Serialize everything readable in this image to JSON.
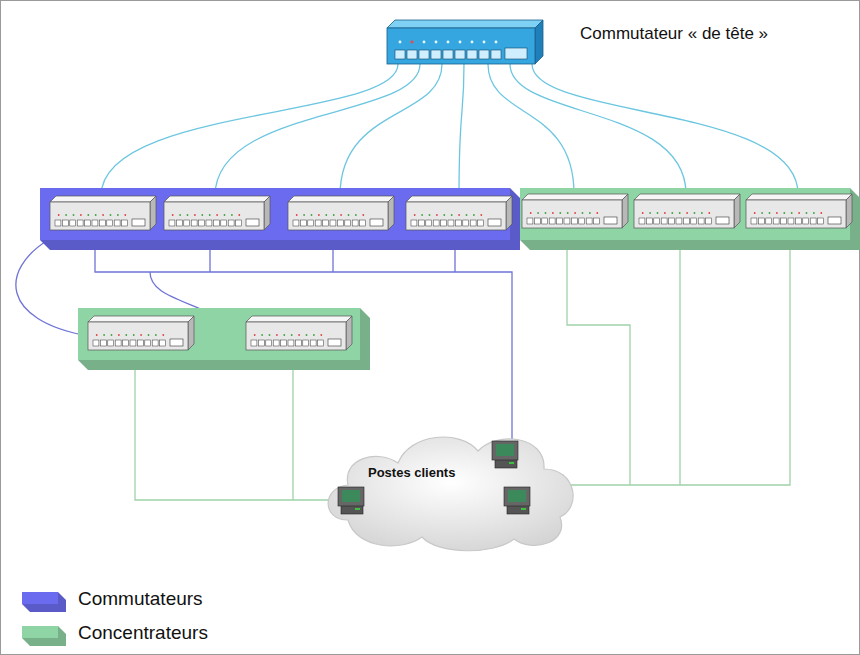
{
  "diagram": {
    "nodes": [
      {
        "text": [
          "Commutateur « de tête »"
        ]
      },
      {
        "text": [
          "Postes clients"
        ]
      }
    ],
    "legend": [
      {
        "text": "Commutateurs",
        "color": "#6b6bef"
      },
      {
        "text": "Concentrateurs",
        "color": "#8fd4a4"
      }
    ]
  }
}
